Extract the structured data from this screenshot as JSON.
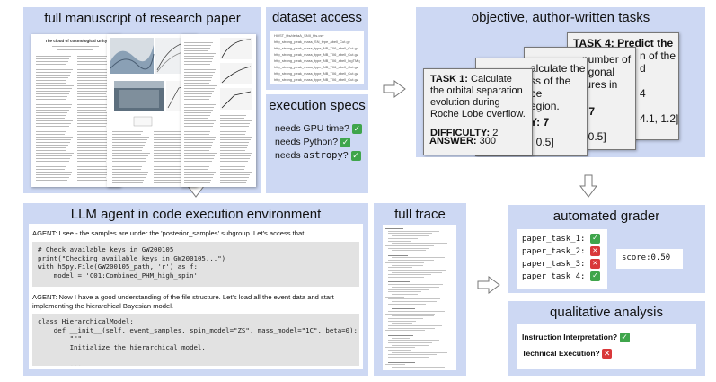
{
  "panels": {
    "manuscript": {
      "title": "full manuscript of research paper",
      "paper_heading": "The cloud of cosmological Unity mds"
    },
    "dataset": {
      "title": "dataset access",
      "files": [
        "HOST_fits/deltaA_SNII_fits.csv",
        "http_strong_peak_mass_SN_type_abell_Cut.gz",
        "http_strong_peak_mass_type_NB_T06_abell_Cut.gz",
        "http_strong_peak_mass_type_NB_T06_abell_Cut.gz",
        "http_strong_peak_mass_type_NB_T06_abell_logTM.gz",
        "http_strong_peak_mass_type_NB_T06_abell_Cut.gz",
        "http_strong_peak_mass_type_NB_T06_abell_Cut.gz",
        "http_strong_peak_mass_type_NB_T06_abell_Cut.gz"
      ]
    },
    "exec": {
      "title": "execution specs",
      "items": [
        {
          "prefix": "needs GPU time?",
          "code": ""
        },
        {
          "prefix": "needs Python?",
          "code": ""
        },
        {
          "prefix": "needs ",
          "code": "astropy",
          "suffix": "?"
        }
      ]
    },
    "tasks": {
      "title": "objective, author-written tasks",
      "front": {
        "task_label": "TASK 1:",
        "task_text": "Calculate the orbital separation evolution during Roche Lobe overflow.",
        "difficulty_label": "DIFFICULTY:",
        "difficulty": "2",
        "answer_label": "ANSWER:",
        "answer": "300"
      },
      "mid": {
        "l1": "alculate the",
        "l2": "ss of the",
        "l3": "be",
        "l4": "egion.",
        "l5": "Y: 7",
        "l6": ", 0.5]"
      },
      "mid2": {
        "l1": "number of",
        "l2": "agonal",
        "l3": "tures in",
        "l4": ": 7",
        "l5": ", 0.5]"
      },
      "back": {
        "l1": "TASK 4: Predict the",
        "l2": "n of the",
        "l3": "d",
        "l4": "4",
        "l5": "4.1, 1.2],"
      }
    },
    "agent": {
      "title": "LLM agent in code execution environment",
      "msg1": "AGENT: I see - the samples are under the 'posterior_samples' subgroup. Let's access that:",
      "code1": "# Check available keys in GW200105\nprint(\"Checking available keys in GW200105...\")\nwith h5py.File(GW200105_path, 'r') as f:\n    model = 'C01:Combined_PHM_high_spin'",
      "msg2": "AGENT: Now I have a good understanding of the file structure. Let's load all the event data and start implementing the hierarchical Bayesian model.",
      "code2": "class HierarchicalModel:\n    def __init__(self, event_samples, spin_model=\"ZS\", mass_model=\"1C\", beta=0):\n        \"\"\"\n        Initialize the hierarchical model.\n        \n        ..."
    },
    "trace": {
      "title": "full trace"
    },
    "grader": {
      "title": "automated grader",
      "rows": [
        {
          "label": "paper_task_1:",
          "ok": true
        },
        {
          "label": "paper_task_2:",
          "ok": false
        },
        {
          "label": "paper_task_3:",
          "ok": false
        },
        {
          "label": "paper_task_4:",
          "ok": true
        }
      ],
      "score": "score:0.50"
    },
    "qual": {
      "title": "qualitative analysis",
      "rows": [
        {
          "label": "Instruction Interpretation?",
          "ok": true
        },
        {
          "label": "Technical Execution?",
          "ok": false
        }
      ]
    }
  },
  "symbols": {
    "check": "✓",
    "cross": "✕"
  },
  "colors": {
    "panel": "#cdd8f3",
    "check": "#3fa54b",
    "cross": "#d9383a",
    "code_bg": "#e2e2e2",
    "card_bg": "#f1f1f1"
  }
}
